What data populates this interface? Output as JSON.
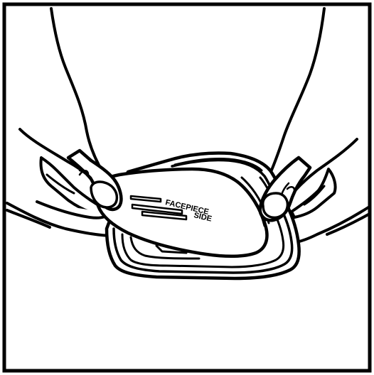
{
  "illustration": {
    "subject": "hands-inserting-filter-into-cartridge-holder",
    "filter_label_line1": "FACEPIECE",
    "filter_label_line2": "SIDE"
  },
  "colors": {
    "ink": "#000000",
    "paper": "#ffffff"
  }
}
